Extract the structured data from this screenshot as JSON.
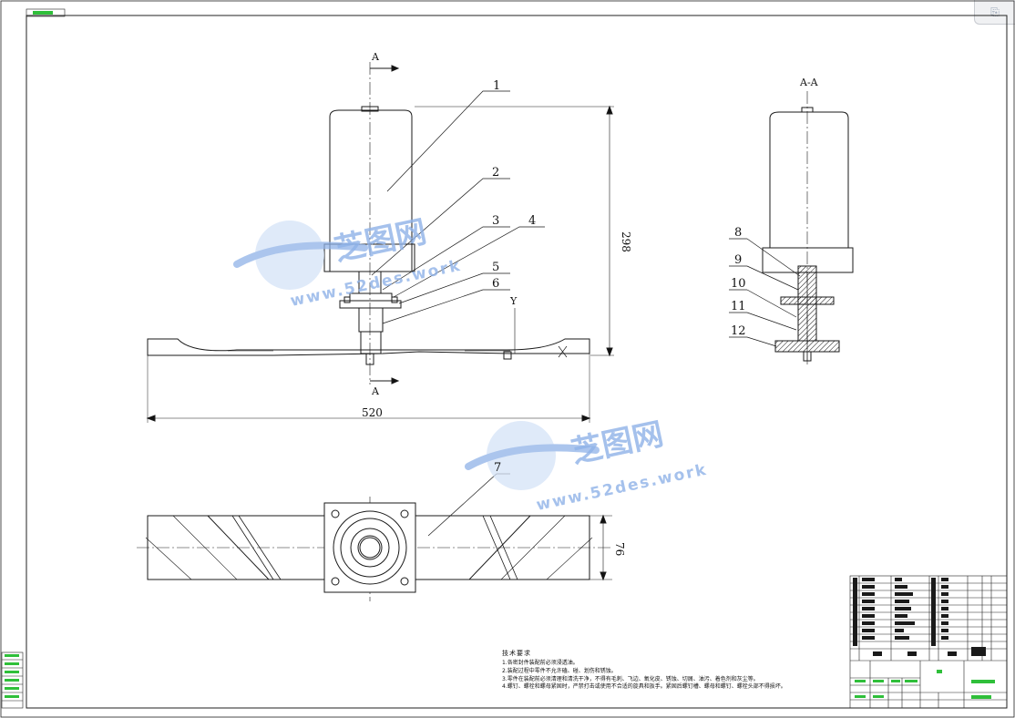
{
  "tab_icon": "document-icon",
  "views": {
    "front_section_label_top": "A",
    "front_section_label_bottom": "A",
    "side_section_title": "A-A",
    "y_axis_label": "Y"
  },
  "dimensions": {
    "height": "298",
    "width": "520",
    "plan_width": "76"
  },
  "balloons": [
    "1",
    "2",
    "3",
    "4",
    "5",
    "6",
    "7",
    "8",
    "9",
    "10",
    "11",
    "12"
  ],
  "watermark": {
    "brand": "芝图网",
    "url": "www.52des.work",
    "accent": "#8fb2e8"
  },
  "technical_requirements": {
    "title": "技术要求",
    "items": [
      "1.各密封件装配前必须浸透油。",
      "2.装配过程中零件不允许磕、碰、划伤和锈蚀。",
      "3.零件在装配前必须清理和清洗干净，不得有毛刺、飞边、氧化皮、锈蚀、切屑、油污、着色剂和灰尘等。",
      "4.螺钉、螺栓和螺母紧固时，严禁打击或使用不合适的旋具和扳手。紧固后螺钉槽、螺母和螺钉、螺栓头部不得损坏。"
    ]
  },
  "colors": {
    "line": "#1a1a1a",
    "title_block_text": "#2fbf3a"
  }
}
